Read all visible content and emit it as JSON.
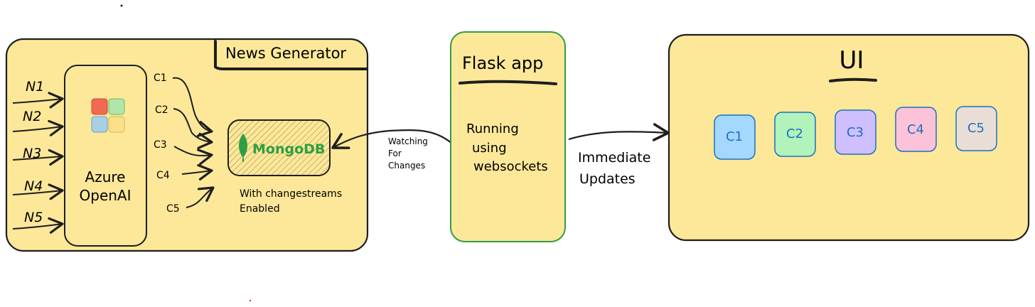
{
  "news_generator": {
    "title": "News Generator",
    "inputs": [
      "N1",
      "N2",
      "N3",
      "N4",
      "N5"
    ],
    "model_label_line1": "Azure",
    "model_label_line2": "OpenAI",
    "channels": [
      "C1",
      "C2",
      "C3",
      "C4",
      "C5"
    ],
    "db_logo_text": "MongoDB",
    "db_note_line1": "With changestreams",
    "db_note_line2": "Enabled"
  },
  "watch_label": {
    "line1": "Watching",
    "line2": "For",
    "line3": "Changes"
  },
  "flask": {
    "title": "Flask app",
    "desc_line1": "Running",
    "desc_line2": "using",
    "desc_line3": "websockets"
  },
  "update_label": {
    "line1": "Immediate",
    "line2": "Updates"
  },
  "ui": {
    "title": "UI",
    "cards": [
      {
        "label": "C1",
        "color": "#a5d8ff"
      },
      {
        "label": "C2",
        "color": "#b2f2bb"
      },
      {
        "label": "C3",
        "color": "#d0bfff"
      },
      {
        "label": "C4",
        "color": "#fcc2d7"
      },
      {
        "label": "C5",
        "color": "#e9ded6"
      }
    ]
  },
  "colors": {
    "panel_fill": "#fde899",
    "stroke": "#1e1e1e",
    "flask_stroke": "#2f9e44",
    "mongo_green": "#2f9e44",
    "card_stroke": "#1971c2",
    "card_text": "#1971c2"
  }
}
